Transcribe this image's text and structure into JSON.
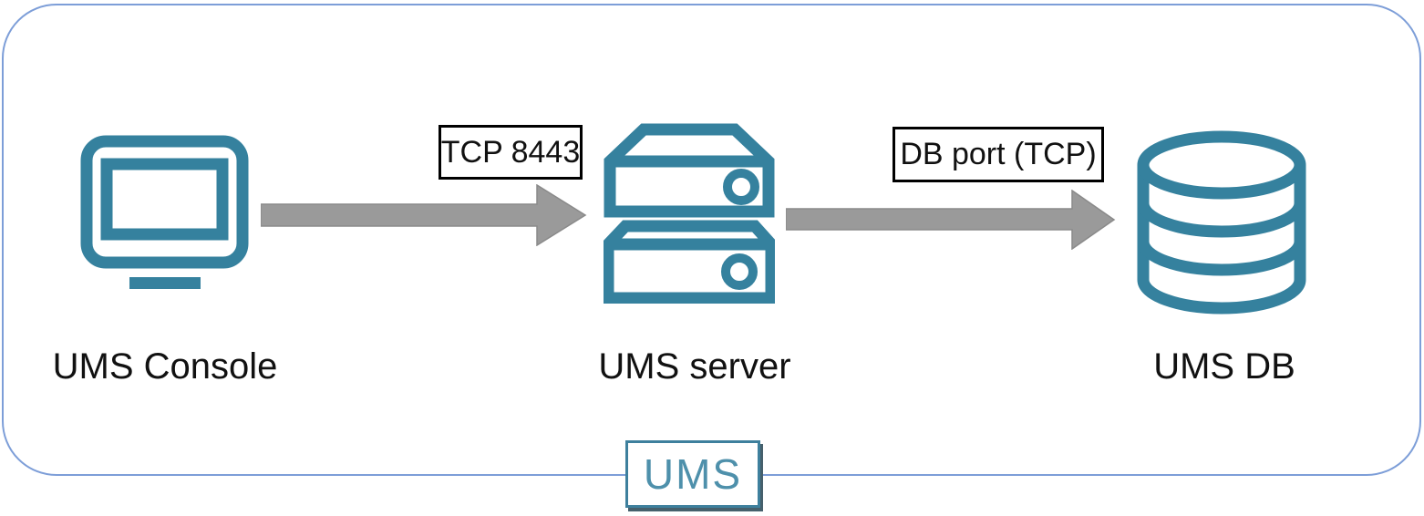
{
  "colors": {
    "teal": "#35819e",
    "blue": "#7d9ed8",
    "gray": "#9a9a9a",
    "gray-edge": "#8a8a8a",
    "ink": "#111111",
    "logo-teal": "#4e90ab",
    "logo-border": "#3e809d",
    "logo-shadow": "#46606c"
  },
  "diagram": {
    "type": "network-port-diagram",
    "nodes": [
      {
        "id": "console",
        "label": "UMS Console",
        "icon": "monitor-icon"
      },
      {
        "id": "server",
        "label": "UMS server",
        "icon": "server-stack-icon"
      },
      {
        "id": "db",
        "label": "UMS DB",
        "icon": "database-icon"
      }
    ],
    "connections": [
      {
        "from": "console",
        "to": "server",
        "label": "TCP 8443"
      },
      {
        "from": "server",
        "to": "db",
        "label": "DB port (TCP)"
      }
    ],
    "badge": {
      "label": "UMS"
    }
  }
}
